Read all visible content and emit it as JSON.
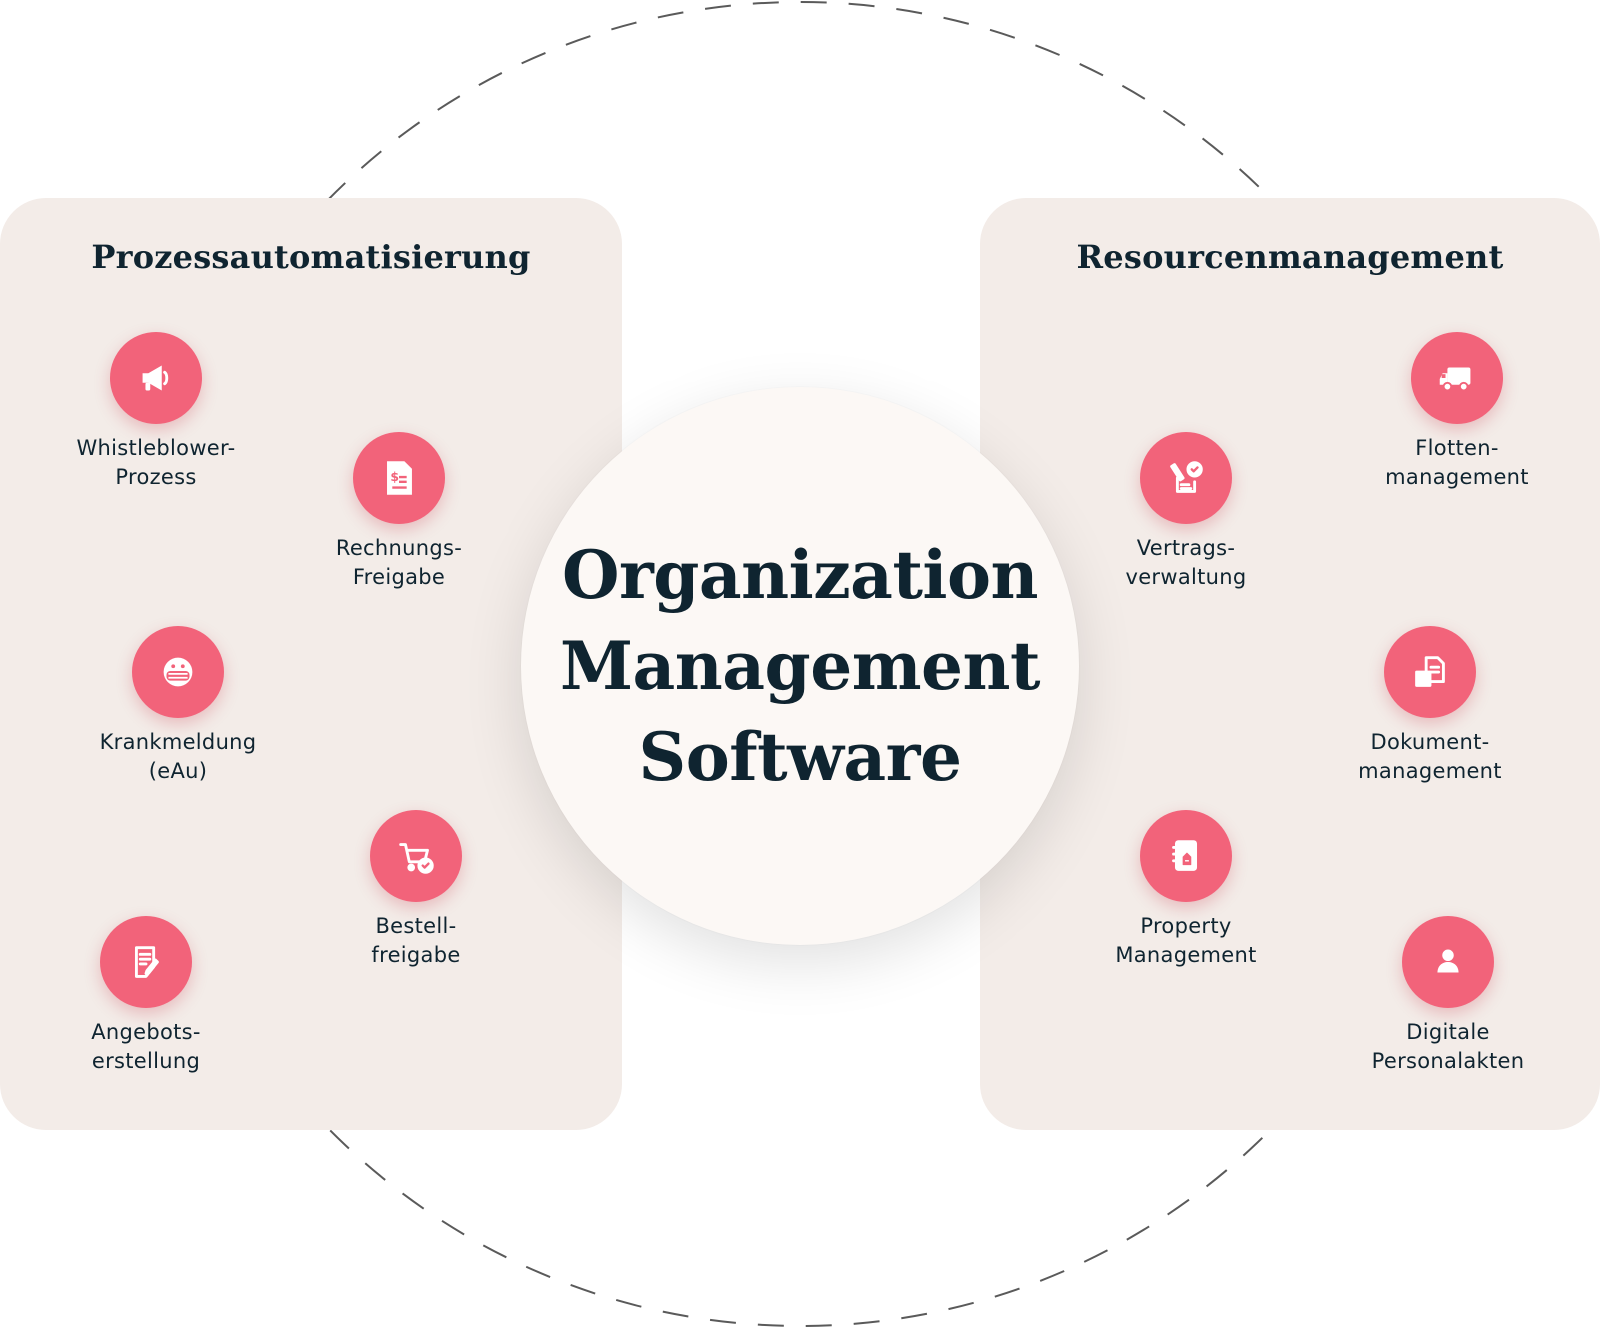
{
  "center": {
    "title": "Organization\nManagement\nSoftware"
  },
  "left_panel": {
    "title": "Prozessautomatisierung",
    "items": [
      {
        "label": "Whistleblower-\nProzess",
        "icon": "megaphone-icon"
      },
      {
        "label": "Rechnungs-\nFreigabe",
        "icon": "invoice-icon"
      },
      {
        "label": "Krankmeldung\n(eAu)",
        "icon": "face-mask-icon"
      },
      {
        "label": "Bestell-\nfreigabe",
        "icon": "cart-check-icon"
      },
      {
        "label": "Angebots-\nerstellung",
        "icon": "document-edit-icon"
      }
    ]
  },
  "right_panel": {
    "title": "Resourcenmanagement",
    "items": [
      {
        "label": "Flotten-\nmanagement",
        "icon": "truck-icon"
      },
      {
        "label": "Vertrags-\nverwaltung",
        "icon": "contract-sign-icon"
      },
      {
        "label": "Dokument-\nmanagement",
        "icon": "documents-icon"
      },
      {
        "label": "Property\nManagement",
        "icon": "building-book-icon"
      },
      {
        "label": "Digitale\nPersonalakten",
        "icon": "person-icon"
      }
    ]
  },
  "colors": {
    "accent": "#f2637a",
    "panel": "#f3ece8",
    "text": "#0f2430",
    "center": "#fcf8f5"
  }
}
